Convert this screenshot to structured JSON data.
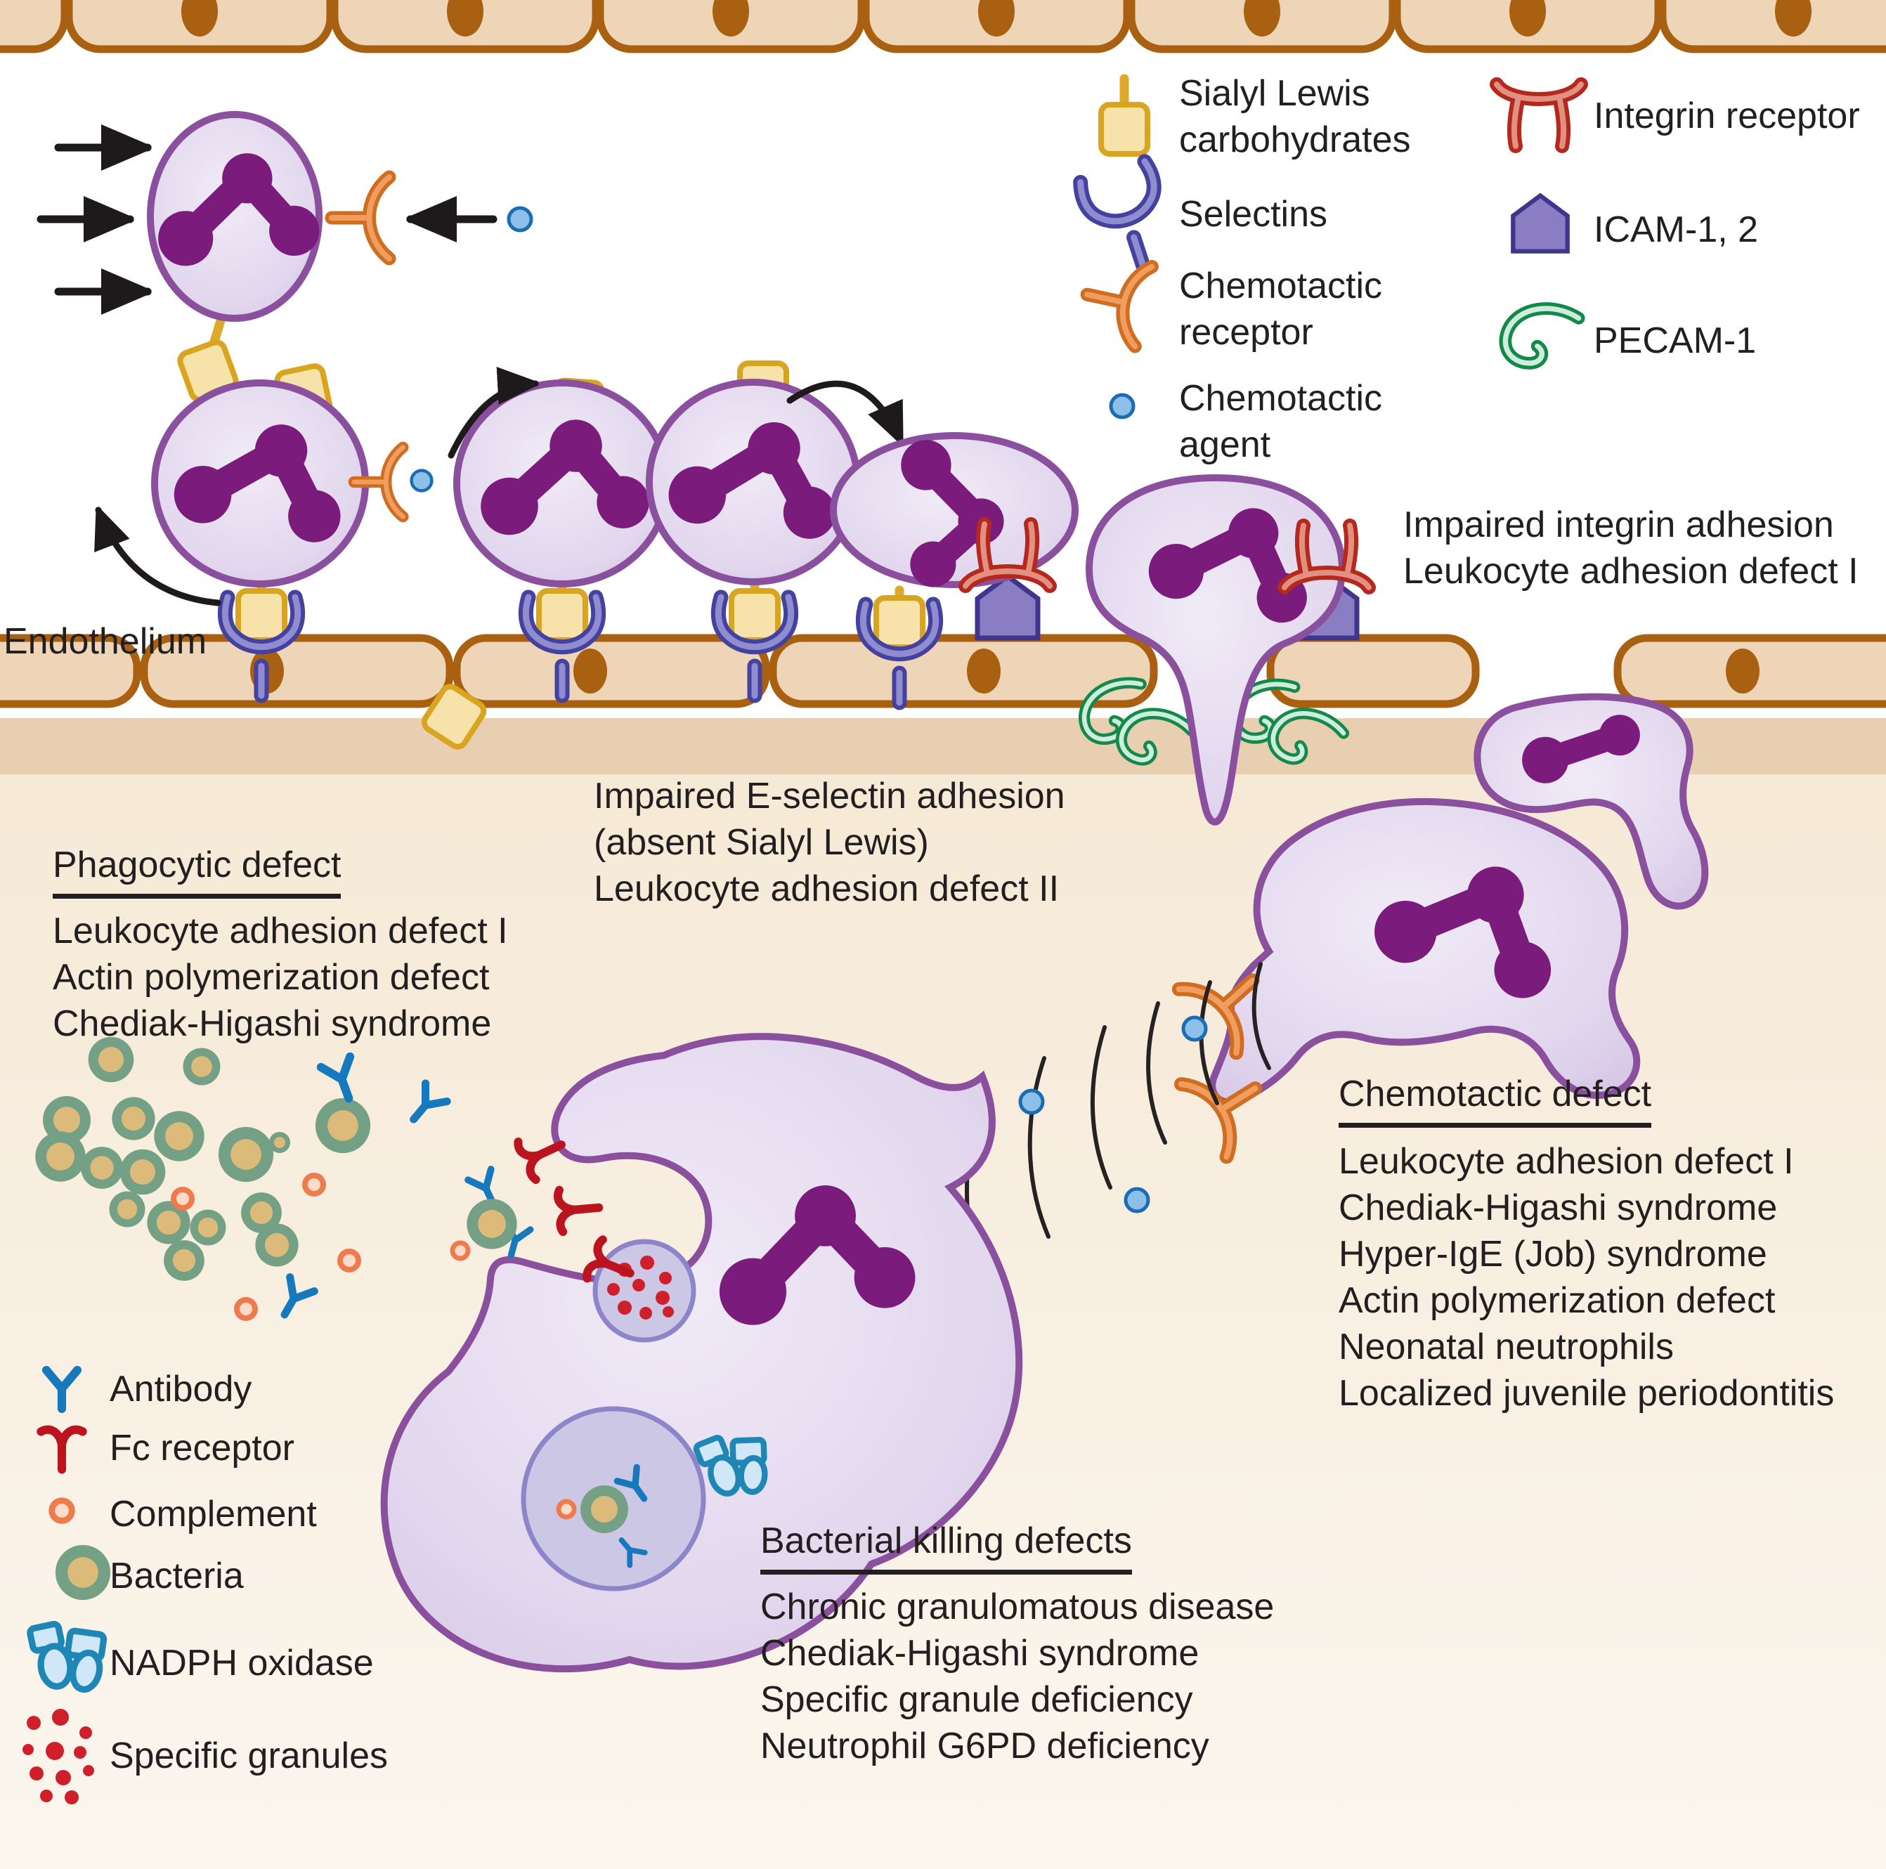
{
  "labels": {
    "endothelium": "Endothelium",
    "impaired_integrin_1": "Impaired integrin adhesion",
    "impaired_integrin_2": "Leukocyte adhesion defect I",
    "impaired_eselectin_1": "Impaired E-selectin adhesion",
    "impaired_eselectin_2": "(absent Sialyl Lewis)",
    "impaired_eselectin_3": "Leukocyte adhesion defect II"
  },
  "legend_top": {
    "sialyl_1": "Sialyl Lewis",
    "sialyl_2": "carbohydrates",
    "selectins": "Selectins",
    "chemo_receptor_1": "Chemotactic",
    "chemo_receptor_2": "receptor",
    "chemo_agent_1": "Chemotactic",
    "chemo_agent_2": "agent",
    "integrin": "Integrin receptor",
    "icam": "ICAM-1, 2",
    "pecam": "PECAM-1"
  },
  "phagocytic_defect": {
    "title": "Phagocytic defect",
    "items": [
      "Leukocyte adhesion defect I",
      "Actin polymerization defect",
      "Chediak-Higashi syndrome"
    ]
  },
  "chemotactic_defect": {
    "title": "Chemotactic defect",
    "items": [
      "Leukocyte adhesion defect I",
      "Chediak-Higashi syndrome",
      "Hyper-IgE (Job) syndrome",
      "Actin polymerization defect",
      "Neonatal neutrophils",
      "Localized juvenile periodontitis"
    ]
  },
  "bacterial_killing_defects": {
    "title": "Bacterial killing defects",
    "items": [
      "Chronic granulomatous disease",
      "Chediak-Higashi syndrome",
      "Specific granule deficiency",
      "Neutrophil G6PD deficiency"
    ]
  },
  "legend_bottom": {
    "antibody": "Antibody",
    "fc_receptor": "Fc receptor",
    "complement": "Complement",
    "bacteria": "Bacteria",
    "nadph_oxidase": "NADPH oxidase",
    "specific_granules": "Specific granules"
  },
  "colors": {
    "background": "#ffffff",
    "tissue_band": "#e9cfb1",
    "tissue_bg": "#f6e9d6",
    "endothelium_fill": "#efd5b8",
    "endothelium_border": "#a96010",
    "leukocyte_fill": "#e4daef",
    "leukocyte_border": "#8a4f9d",
    "nucleus": "#7b1c7d",
    "sialyl_yellow": "#f7e3a9",
    "sialyl_border": "#d9a520",
    "selectin_purple": "#44419f",
    "chemotactic_orange": "#cf6d22",
    "agent_blue": "#8cc0e8",
    "integrin_red": "#b5281e",
    "icam_purple": "#8b7dc3",
    "pecam_green": "#14894a",
    "antibody_blue": "#1779bd",
    "fc_red": "#bc141f",
    "complement_orange": "#ee7a4e",
    "bacteria_green": "#74a085",
    "bacteria_core": "#dcba79",
    "nadph_blue": "#1f87b5",
    "granule_red": "#cf1f2b",
    "text": "#231f20"
  }
}
